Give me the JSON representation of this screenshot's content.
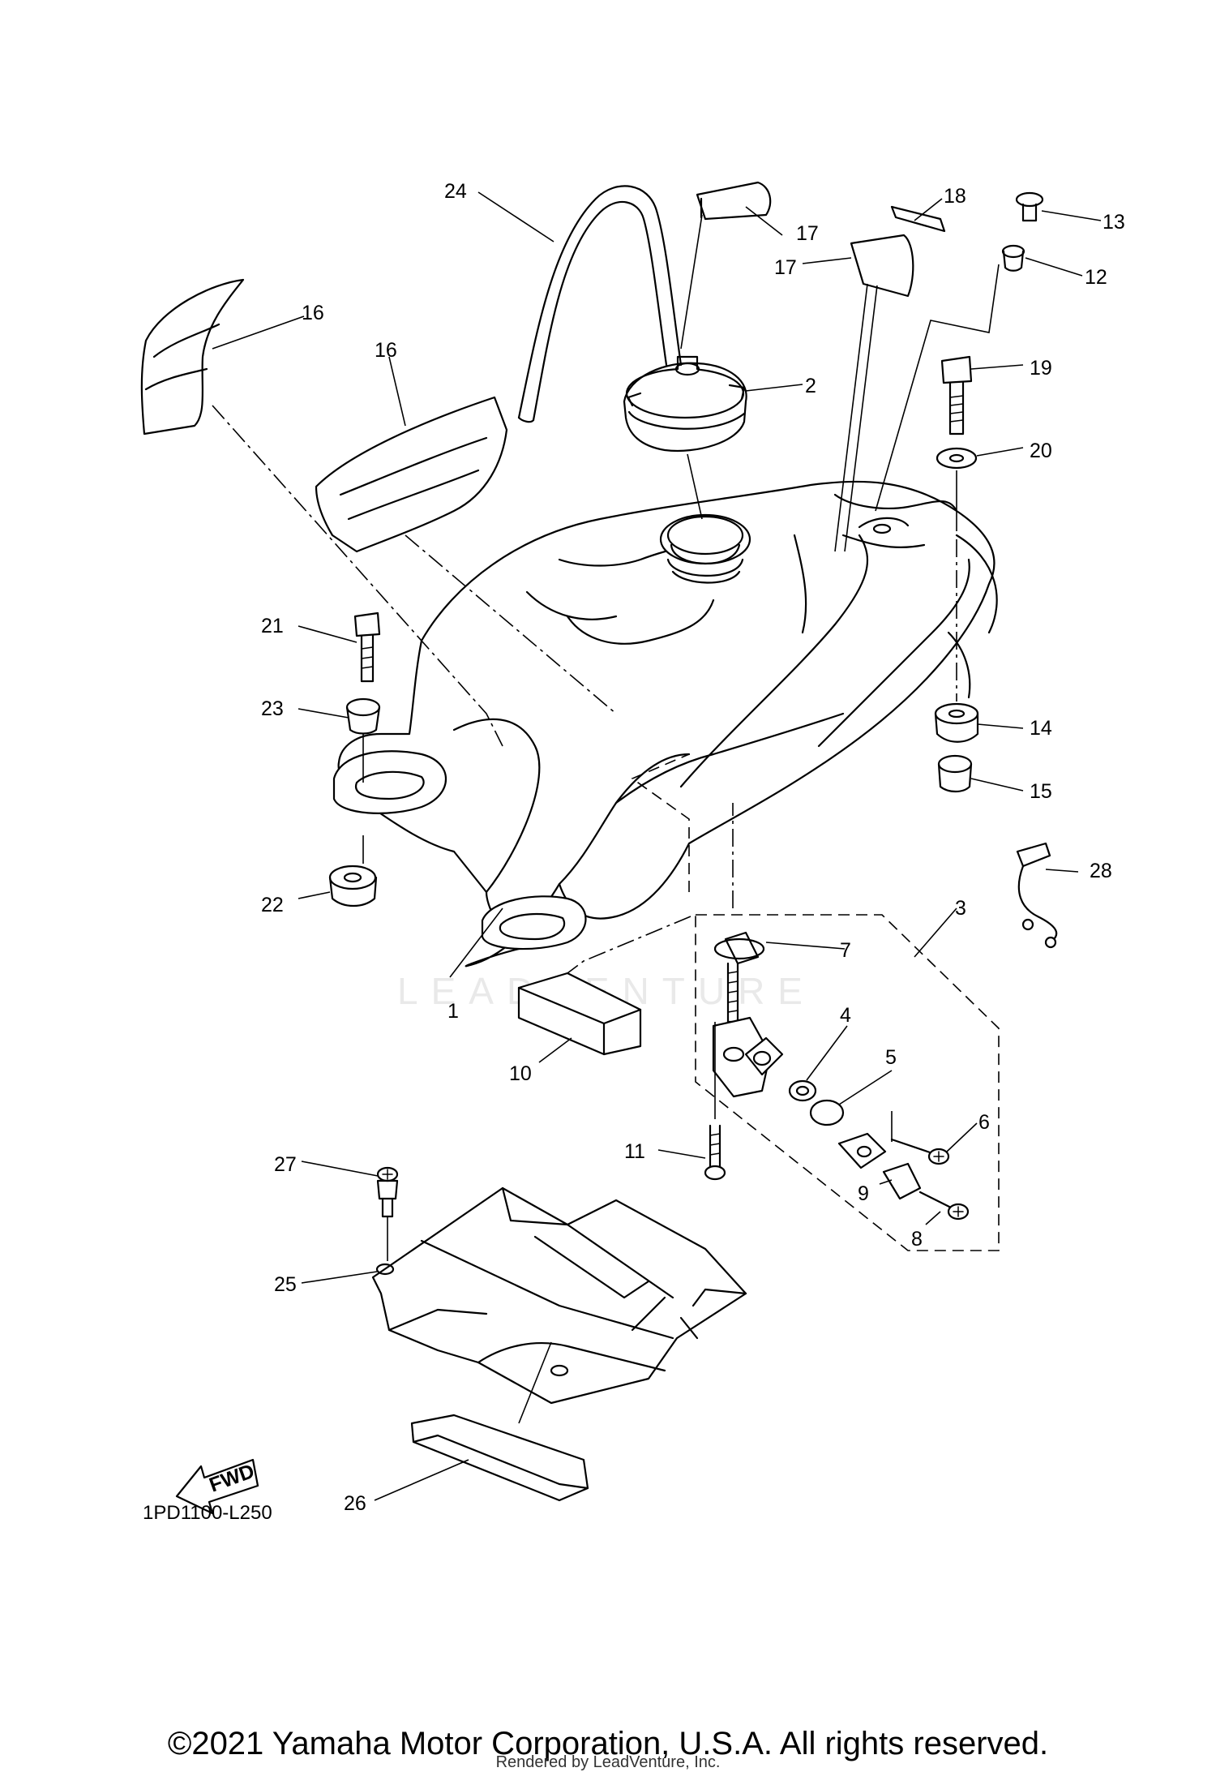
{
  "diagram": {
    "code": "1PD1100-L250",
    "fwd_label": "FWD",
    "watermark": "LEADVENTURE",
    "copyright": "©2021 Yamaha Motor Corporation, U.S.A. All rights reserved.",
    "rendered_by": "Rendered by LeadVenture, Inc."
  },
  "callouts": {
    "c1": "1",
    "c2": "2",
    "c3": "3",
    "c4": "4",
    "c5": "5",
    "c6": "6",
    "c7": "7",
    "c8": "8",
    "c9": "9",
    "c10": "10",
    "c11": "11",
    "c12": "12",
    "c13": "13",
    "c14": "14",
    "c15": "15",
    "c16a": "16",
    "c16b": "16",
    "c17a": "17",
    "c17b": "17",
    "c18": "18",
    "c19": "19",
    "c20": "20",
    "c21": "21",
    "c22": "22",
    "c23": "23",
    "c24": "24",
    "c25": "25",
    "c26": "26",
    "c27": "27",
    "c28": "28"
  }
}
